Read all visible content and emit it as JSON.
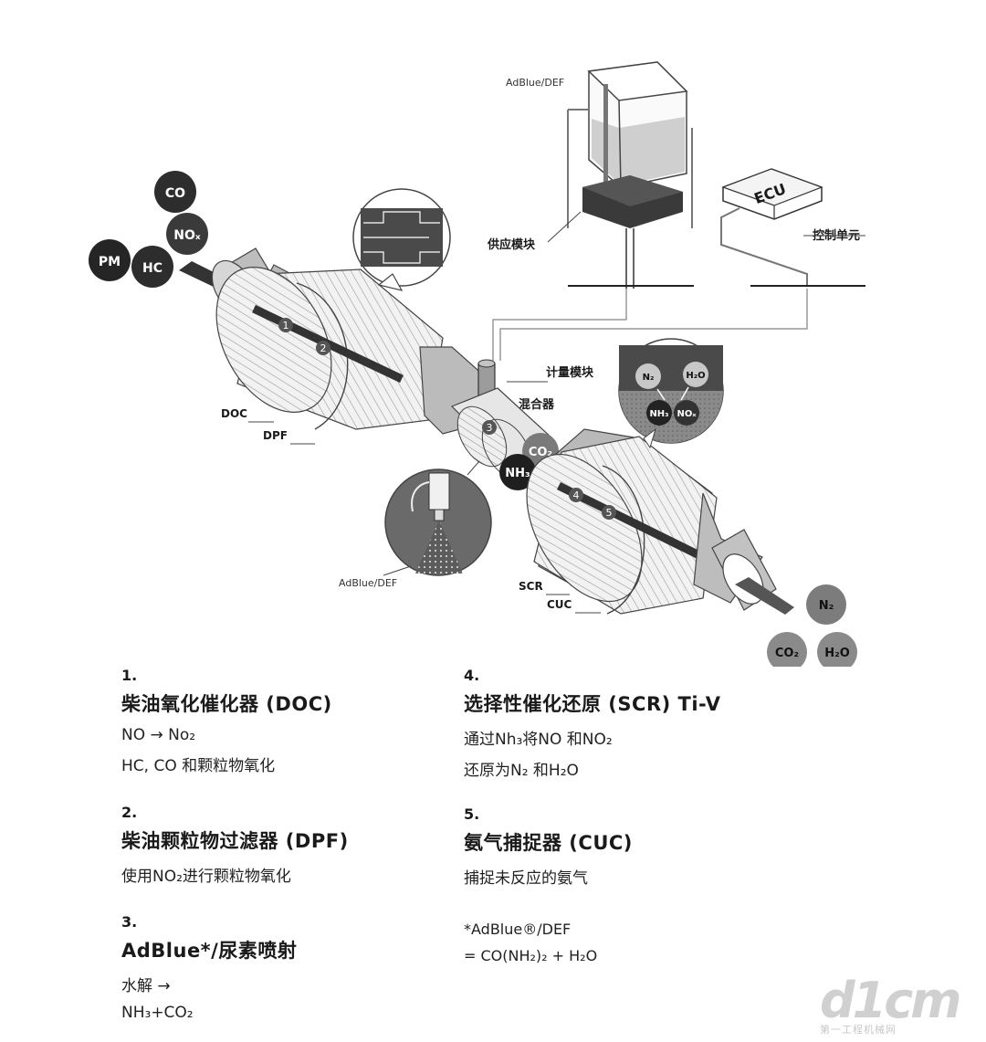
{
  "diagram": {
    "inputs": {
      "co": "CO",
      "nox": "NOₓ",
      "pm": "PM",
      "hc": "HC"
    },
    "tank_label": "AdBlue/DEF",
    "supply_module_label": "供应模块",
    "ecu_text": "ECU",
    "control_unit_label": "控制单元",
    "dosing_module_label": "计量模块",
    "mixer_label": "混合器",
    "doc_label": "DOC",
    "dpf_label": "DPF",
    "scr_label": "SCR",
    "cuc_label": "CUC",
    "nozzle_label": "AdBlue/DEF",
    "scr_inset": {
      "n2": "N₂",
      "h2o": "H₂O",
      "nh3": "NH₃",
      "nox": "NOₓ"
    },
    "mid_bubbles": {
      "co2": "CO₂",
      "nh3": "NH₃"
    },
    "outputs": {
      "n2": "N₂",
      "co2": "CO₂",
      "h2o": "H₂O"
    },
    "steps": [
      "1",
      "2",
      "3",
      "4",
      "5"
    ]
  },
  "legend": [
    {
      "num": "1.",
      "title": "柴油氧化催化器 (DOC)",
      "lines": [
        "NO → No₂",
        "HC, CO 和颗粒物氧化"
      ]
    },
    {
      "num": "2.",
      "title": "柴油颗粒物过滤器 (DPF)",
      "lines": [
        "使用NO₂进行颗粒物氧化"
      ]
    },
    {
      "num": "3.",
      "title": "AdBlue*/尿素喷射",
      "lines": [
        "水解 →",
        "NH₃+CO₂"
      ]
    },
    {
      "num": "4.",
      "title": "选择性催化还原 (SCR) Ti-V",
      "lines": [
        "通过Nh₃将NO 和NO₂",
        "还原为N₂ 和H₂O"
      ]
    },
    {
      "num": "5.",
      "title": "氨气捕捉器 (CUC)",
      "lines": [
        "捕捉未反应的氨气"
      ]
    }
  ],
  "note": {
    "line1": "*AdBlue®/DEF",
    "line2": "= CO(NH₂)₂ + H₂O"
  },
  "watermark": {
    "mark": "d1cm",
    "sub": "第一工程机械网"
  }
}
